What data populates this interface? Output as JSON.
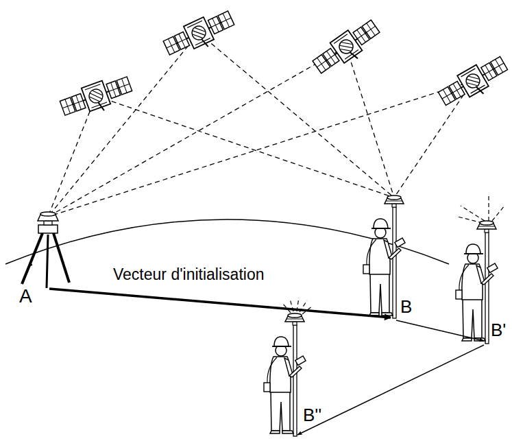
{
  "diagram": {
    "labels": [
      "A",
      "Vecteur d'initialisation",
      "B",
      "B'",
      "B''"
    ]
  }
}
